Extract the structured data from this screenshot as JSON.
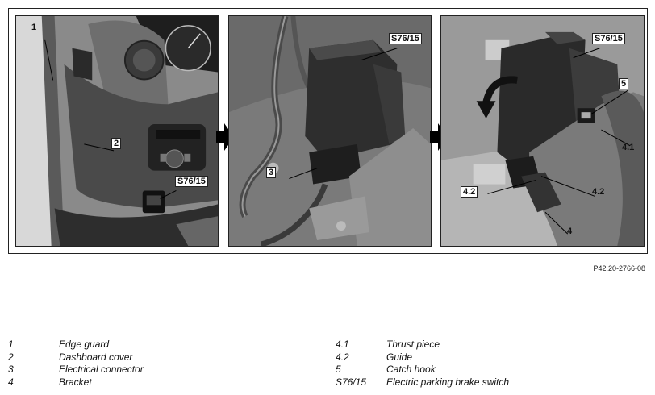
{
  "figure": {
    "reference": "P42.20-2766-08",
    "panel1": {
      "callouts": {
        "c1": "1",
        "c2": "2",
        "c3": "S76/15"
      }
    },
    "panel2": {
      "callouts": {
        "c1": "S76/15",
        "c2": "3"
      }
    },
    "panel3": {
      "callouts": {
        "c1": "S76/15",
        "c2": "5",
        "c3": "4.1",
        "c4": "4.2",
        "c5": "4.2",
        "c6": "4"
      }
    }
  },
  "legend": {
    "left": [
      {
        "num": "1",
        "text": "Edge guard"
      },
      {
        "num": "2",
        "text": "Dashboard cover"
      },
      {
        "num": "3",
        "text": "Electrical connector"
      },
      {
        "num": "4",
        "text": "Bracket"
      }
    ],
    "right": [
      {
        "num": "4.1",
        "text": "Thrust piece"
      },
      {
        "num": "4.2",
        "text": "Guide"
      },
      {
        "num": "5",
        "text": "Catch hook"
      },
      {
        "num": "S76/15",
        "text": "Electric parking brake switch"
      }
    ]
  }
}
